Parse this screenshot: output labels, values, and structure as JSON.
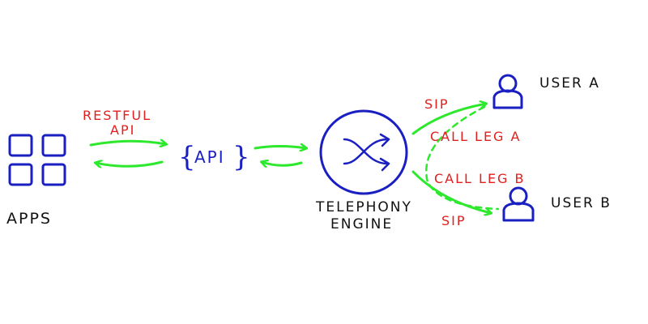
{
  "labels": {
    "apps": "APPS",
    "restful": "RESTFUL",
    "restful_api": "API",
    "api_box": "API",
    "engine_line1": "TELEPHONY",
    "engine_line2": "ENGINE",
    "user_a": "USER A",
    "user_b": "USER B",
    "sip_a": "SIP",
    "sip_b": "SIP",
    "call_leg_a": "CALL LEG A",
    "call_leg_b": "CALL LEG B"
  },
  "colors": {
    "ink_blue": "#1a1fc2",
    "arrow_green": "#2ee82e",
    "label_red": "#e0201e",
    "text_black": "#111111"
  },
  "icons": {
    "apps": "app-grid-icon",
    "engine": "shuffle-icon",
    "user": "user-icon"
  }
}
